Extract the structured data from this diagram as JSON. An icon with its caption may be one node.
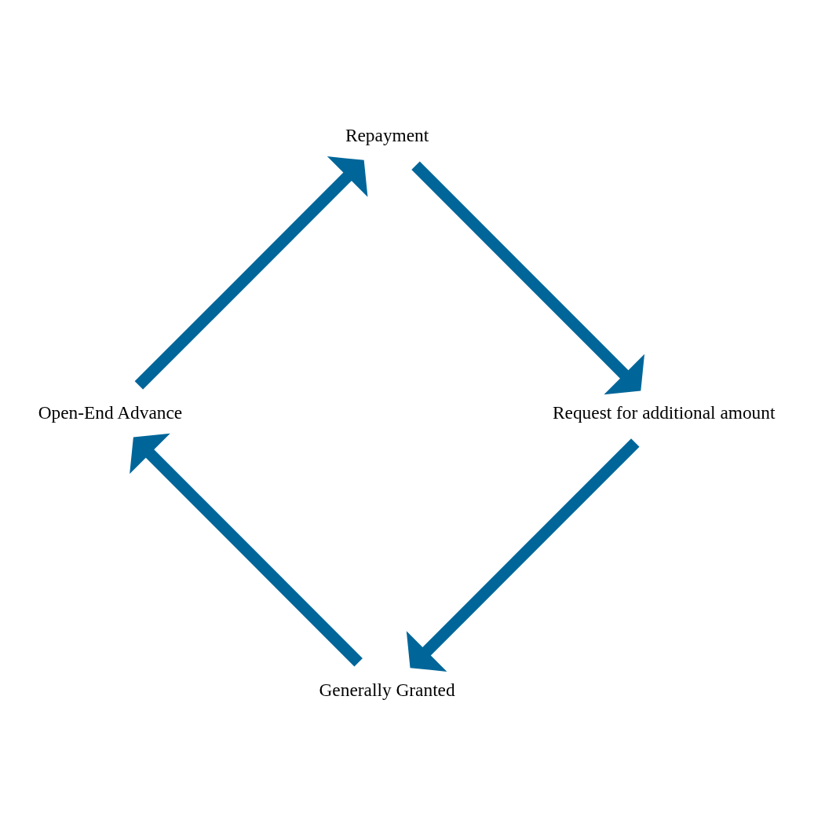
{
  "diagram": {
    "nodes": [
      {
        "text": [
          "Generally Granted"
        ]
      },
      {
        "text": [
          "Open-End Advance"
        ]
      },
      {
        "text": [
          "Repayment"
        ]
      },
      {
        "text": [
          "Request for additional amount"
        ]
      }
    ],
    "edges": [
      {
        "from": 0,
        "to": 1,
        "arrow": "to"
      },
      {
        "from": 1,
        "to": 2,
        "arrow": "to"
      },
      {
        "from": 2,
        "to": 3,
        "arrow": "to"
      },
      {
        "from": 3,
        "to": 0,
        "arrow": "to"
      }
    ]
  }
}
